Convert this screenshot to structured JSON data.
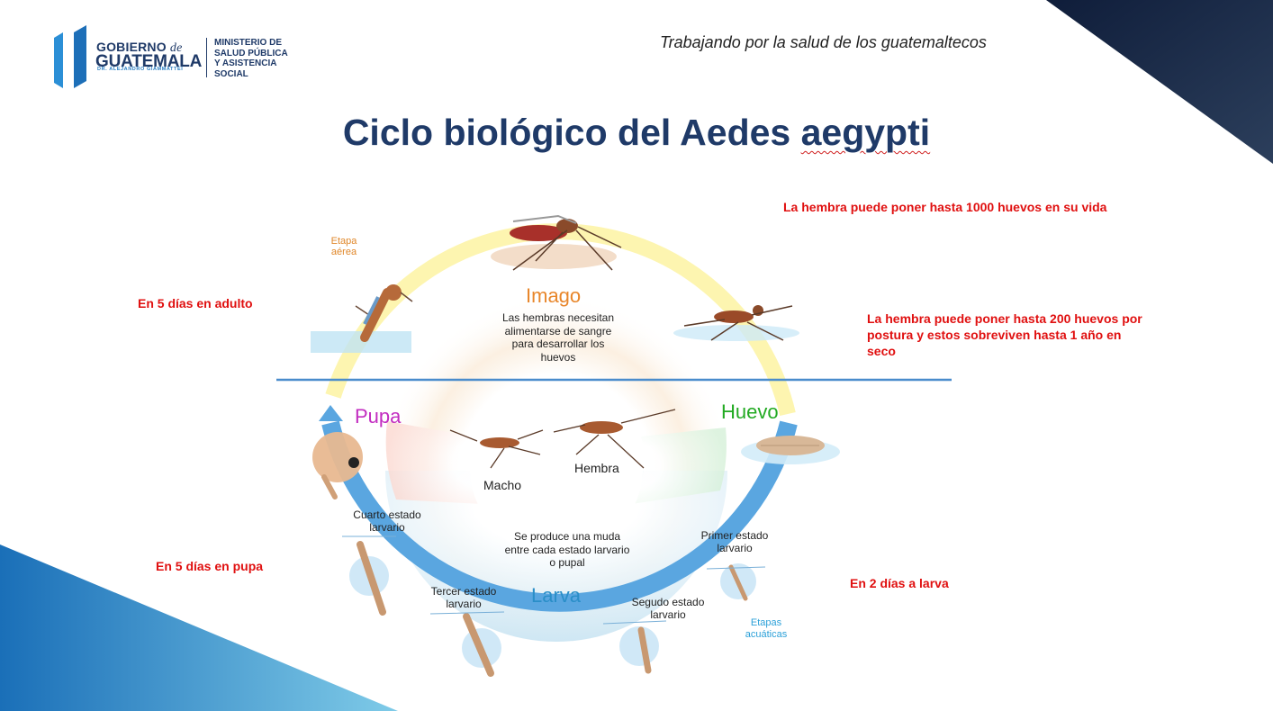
{
  "header": {
    "logo": {
      "gobierno": "GOBIERNO",
      "de": "de",
      "pais": "GUATEMALA",
      "presidente": "DR. ALEJANDRO GIAMMATTEI",
      "ministerio": [
        "MINISTERIO DE",
        "SALUD PÚBLICA",
        "Y ASISTENCIA",
        "SOCIAL"
      ]
    },
    "tagline": "Trabajando por la salud de los guatemaltecos"
  },
  "title": {
    "main": "Ciclo biológico del Aedes ",
    "underlined": "aegypti"
  },
  "diagram": {
    "etapa_aerea": [
      "Etapa",
      "aérea"
    ],
    "etapas_acuaticas": [
      "Etapas",
      "acuáticas"
    ],
    "stages": {
      "imago": "Imago",
      "huevo": "Huevo",
      "larva": "Larva",
      "pupa": "Pupa"
    },
    "imago_text": [
      "Las hembras necesitan",
      "alimentarse de sangre",
      "para desarrollar los",
      "huevos"
    ],
    "muda_text": [
      "Se produce una muda",
      "entre cada estado larvario",
      "o pupal"
    ],
    "macho": "Macho",
    "hembra": "Hembra",
    "larval_stages": {
      "primero": [
        "Primer estado",
        "larvario"
      ],
      "segundo": [
        "Segudo estado",
        "larvario"
      ],
      "tercero": [
        "Tercer estado",
        "larvario"
      ],
      "cuarto": [
        "Cuarto estado",
        "larvario"
      ]
    },
    "colors": {
      "imago": "#e8862a",
      "huevo": "#22aa22",
      "larva": "#2a8ec8",
      "pupa": "#c22cc0",
      "arrow_top": "#fdf5b0",
      "arrow_bottom": "#5aa6e0",
      "divider": "#4a8ccc"
    }
  },
  "notes": {
    "hembra_1000": "La hembra puede poner hasta 1000 huevos en su vida",
    "hembra_200": [
      "La hembra puede poner hasta 200 huevos por",
      "postura y estos sobreviven hasta 1 año en",
      "seco"
    ],
    "adulto": "En 5 días en adulto",
    "pupa": "En 5 días en pupa",
    "larva": "En 2 días a larva"
  }
}
